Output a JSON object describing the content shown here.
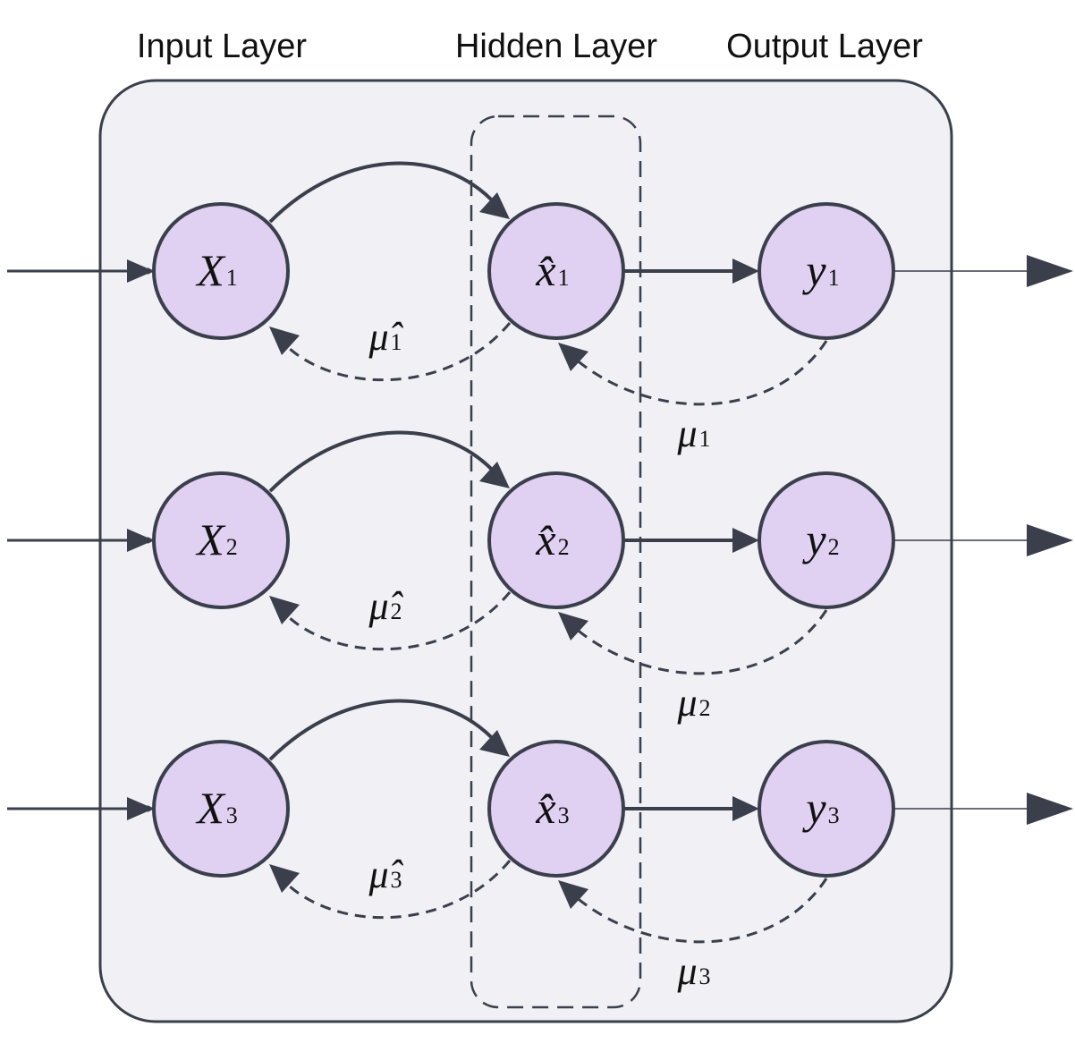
{
  "layers": {
    "input": "Input Layer",
    "hidden": "Hidden Layer",
    "output": "Output Layer"
  },
  "rows": [
    {
      "input_node": {
        "main": "X",
        "sub": "1"
      },
      "hidden_node": {
        "main": "x̂",
        "sub": "1"
      },
      "output_node": {
        "main": "y",
        "sub": "1"
      },
      "feedback_hat": {
        "main": "μ̂",
        "sub": "1"
      },
      "feedback": {
        "main": "μ",
        "sub": "1"
      }
    },
    {
      "input_node": {
        "main": "X",
        "sub": "2"
      },
      "hidden_node": {
        "main": "x̂",
        "sub": "2"
      },
      "output_node": {
        "main": "y",
        "sub": "2"
      },
      "feedback_hat": {
        "main": "μ̂",
        "sub": "2"
      },
      "feedback": {
        "main": "μ",
        "sub": "2"
      }
    },
    {
      "input_node": {
        "main": "X",
        "sub": "3"
      },
      "hidden_node": {
        "main": "x̂",
        "sub": "3"
      },
      "output_node": {
        "main": "y",
        "sub": "3"
      },
      "feedback_hat": {
        "main": "μ̂",
        "sub": "3"
      },
      "feedback": {
        "main": "μ",
        "sub": "3"
      }
    }
  ],
  "colors": {
    "node_fill": "#e0d0f2",
    "stroke": "#3a3f4b",
    "panel_fill": "#f0f0f5"
  }
}
